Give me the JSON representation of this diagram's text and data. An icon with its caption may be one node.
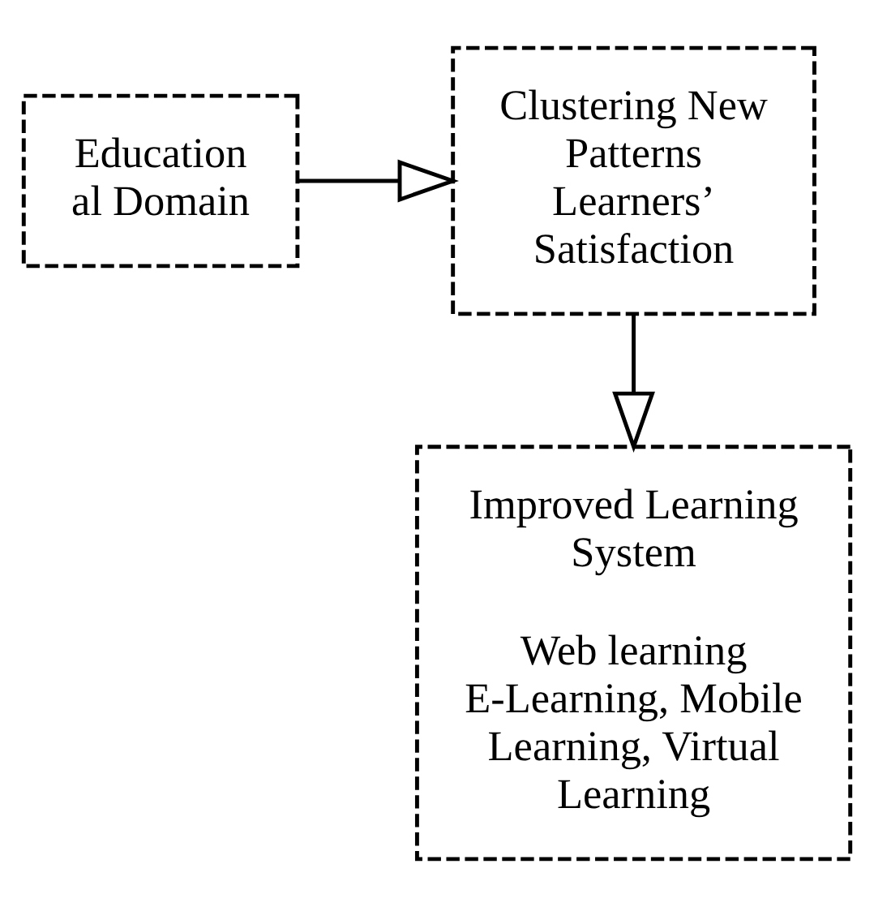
{
  "diagram": {
    "nodes": [
      {
        "text": [
          "Education al Domain"
        ]
      },
      {
        "text": [
          "Clustering New Patterns Learners’ Satisfaction"
        ]
      },
      {
        "text": [
          "Improved Learning System",
          "Web learning E-Learning, Mobile Learning, Virtual Learning"
        ]
      }
    ],
    "edges": [
      {
        "from": 0,
        "to": 1,
        "arrow": "to"
      },
      {
        "from": 1,
        "to": 2,
        "arrow": "to"
      }
    ]
  }
}
